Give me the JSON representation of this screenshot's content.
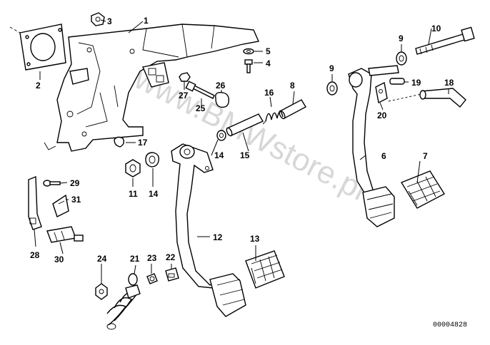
{
  "watermark": "www.BMWstore.pl",
  "diagram_code": "00004828",
  "callouts": [
    "1",
    "2",
    "3",
    "4",
    "5",
    "6",
    "7",
    "8",
    "9",
    "9",
    "10",
    "11",
    "12",
    "13",
    "14",
    "14",
    "15",
    "16",
    "17",
    "18",
    "19",
    "20",
    "21",
    "22",
    "23",
    "24",
    "25",
    "26",
    "27",
    "28",
    "29",
    "30",
    "31"
  ]
}
